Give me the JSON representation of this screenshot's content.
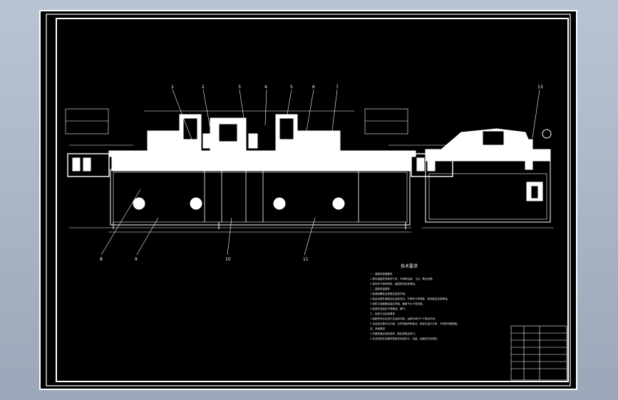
{
  "colors": {
    "background": "#9aa6b8",
    "sheet": "#000000",
    "lines": "#ffffff"
  },
  "drawing": {
    "front_view_callouts": [
      "1",
      "2",
      "3",
      "4",
      "5",
      "6",
      "7"
    ],
    "bottom_callouts": [
      "8",
      "9",
      "10",
      "11"
    ],
    "side_view_callout": "13",
    "tech_requirements": {
      "title": "技术要求",
      "lines": [
        "一、装配前准备要求",
        "1.零件装配前须清洗干净，不得有毛刺、飞边、氧化皮等。",
        "2.密封件不得有损伤，装配前须涂润滑油。",
        "二、装配质量要求",
        "1.各紧固螺栓应按规定扭矩拧紧。",
        "2.各运动部件装配后应运转灵活，不得有卡滞现象，滑动面应涂润滑油。",
        "3.电机与减速器连接应同轴，偏差不大于规定值。",
        "4.各部件连接处不得漏油、漏气。",
        "三、检验与试运转要求",
        "1.装配完毕后应进行空运转试验，运转时间不少于规定时间。",
        "2.试运转过程中应平稳，无异常噪声和振动，各部位温升正常，不得有泄漏现象。",
        "四、其他要求",
        "1.外露表面应涂防锈漆，颜色按规定执行。",
        "2.未注明的技术要求按相关标准执行，包装、运输应符合规定。"
      ]
    }
  }
}
